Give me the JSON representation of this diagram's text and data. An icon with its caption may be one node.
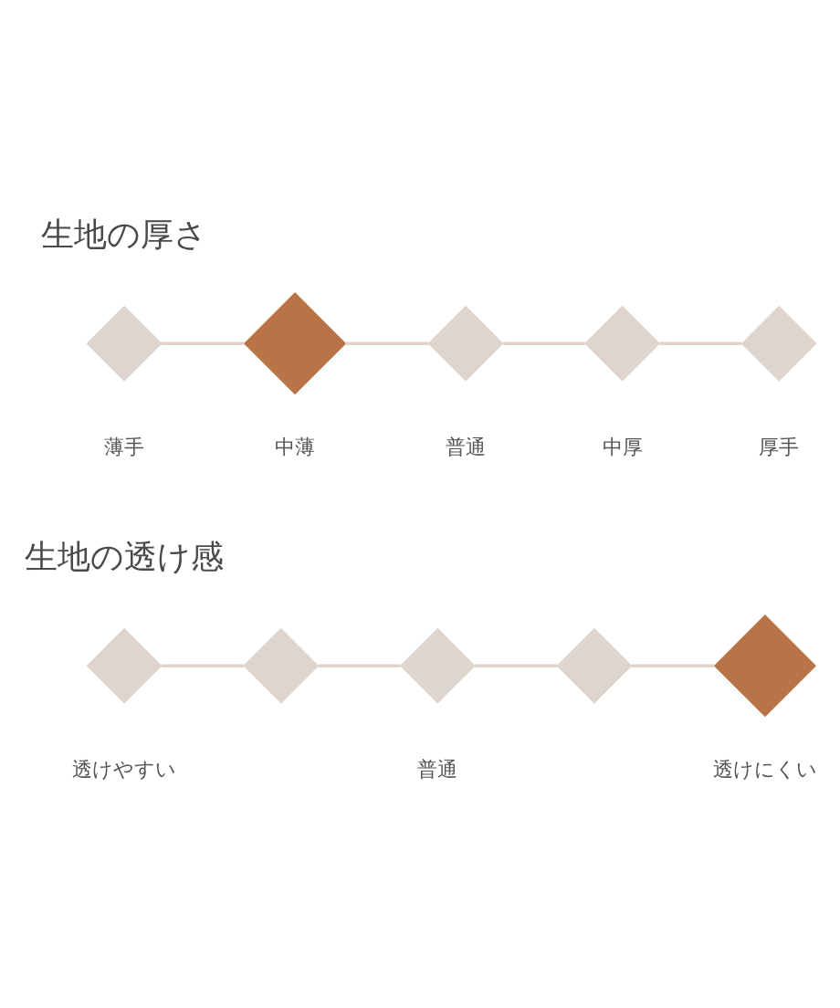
{
  "diagram": {
    "nodes": [
      {
        "text": [],
        "shape": "diamond",
        "beside": [
          "薄手"
        ]
      },
      {
        "text": [],
        "shape": "diamond",
        "beside": [
          "中薄"
        ]
      },
      {
        "text": [],
        "shape": "diamond",
        "beside": [
          "普通"
        ]
      },
      {
        "text": [],
        "shape": "diamond",
        "beside": [
          "中厚"
        ]
      },
      {
        "text": [],
        "shape": "diamond",
        "beside": [
          "厚手"
        ]
      },
      {
        "text": [],
        "shape": "diamond",
        "beside": [
          "透けやすい"
        ]
      },
      {
        "text": [],
        "shape": "diamond"
      },
      {
        "text": [],
        "shape": "diamond",
        "beside": [
          "普通"
        ]
      },
      {
        "text": [],
        "shape": "diamond"
      },
      {
        "text": [],
        "shape": "diamond",
        "beside": [
          "透けにくい"
        ]
      }
    ],
    "edges": [
      {
        "from": 0,
        "to": 1,
        "arrow": "none"
      },
      {
        "from": 1,
        "to": 2,
        "arrow": "none"
      },
      {
        "from": 2,
        "to": 3,
        "arrow": "none"
      },
      {
        "from": 3,
        "to": 4,
        "arrow": "none"
      },
      {
        "from": 5,
        "to": 6,
        "arrow": "none"
      },
      {
        "from": 6,
        "to": 7,
        "arrow": "none"
      },
      {
        "from": 7,
        "to": 8,
        "arrow": "none"
      },
      {
        "from": 8,
        "to": 9,
        "arrow": "none"
      }
    ],
    "labels": [
      "生地の厚さ",
      "生地の透け感"
    ]
  }
}
